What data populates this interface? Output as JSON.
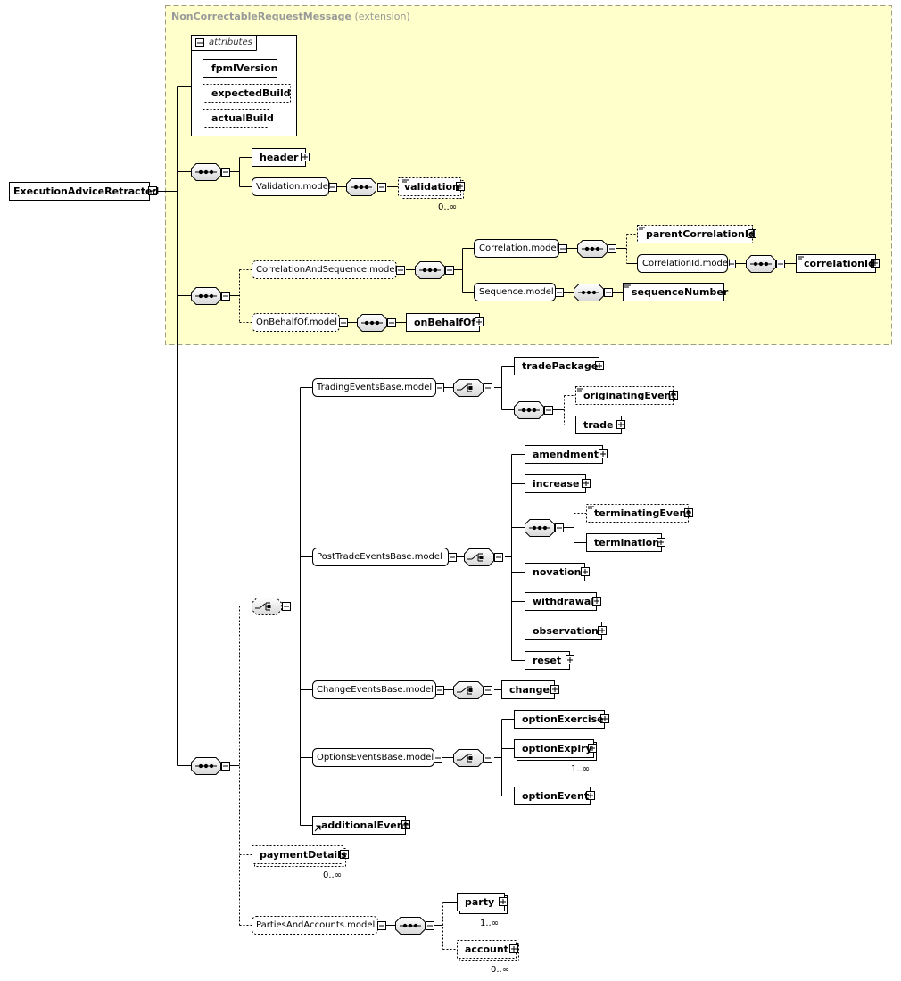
{
  "extension": {
    "base": "NonCorrectableRequestMessage",
    "suffix": "(extension)",
    "attributes_caption": "attributes",
    "attributes": [
      "fpmlVersion",
      "expectedBuild",
      "actualBuild"
    ]
  },
  "root": "ExecutionAdviceRetracted",
  "elements": {
    "header": "header",
    "validation": "validation",
    "parentCorrelationId": "parentCorrelationId",
    "correlationId": "correlationId",
    "sequenceNumber": "sequenceNumber",
    "onBehalfOf": "onBehalfOf",
    "tradePackage": "tradePackage",
    "originatingEvent": "originatingEvent",
    "trade": "trade",
    "amendment": "amendment",
    "increase": "increase",
    "terminatingEvent": "terminatingEvent",
    "termination": "termination",
    "novation": "novation",
    "withdrawal": "withdrawal",
    "observation": "observation",
    "reset": "reset",
    "change": "change",
    "optionExercise": "optionExercise",
    "optionExpiry": "optionExpiry",
    "optionEvent": "optionEvent",
    "additionalEvent": "additionalEvent",
    "paymentDetails": "paymentDetails",
    "party": "party",
    "account": "account"
  },
  "groups": {
    "validationModel": "Validation.model",
    "correlationAndSequenceModel": "CorrelationAndSequence.model",
    "correlationModel": "Correlation.model",
    "correlationIdModel": "CorrelationId.model",
    "sequenceModel": "Sequence.model",
    "onBehalfOfModel": "OnBehalfOf.model",
    "tradingEventsBaseModel": "TradingEventsBase.model",
    "postTradeEventsBaseModel": "PostTradeEventsBase.model",
    "changeEventsBaseModel": "ChangeEventsBase.model",
    "optionsEventsBaseModel": "OptionsEventsBase.model",
    "partiesAndAccountsModel": "PartiesAndAccounts.model"
  },
  "cardinalities": {
    "validation": "0..∞",
    "optionExpiry": "1..∞",
    "paymentDetails": "0..∞",
    "party": "1..∞",
    "account": "0..∞"
  },
  "colors": {
    "extension_bg": "#ffffcc",
    "extension_border": "#a0a080",
    "line": "#000000",
    "box_border": "#000000",
    "box_bg": "#ffffff",
    "caption": "#999999"
  }
}
